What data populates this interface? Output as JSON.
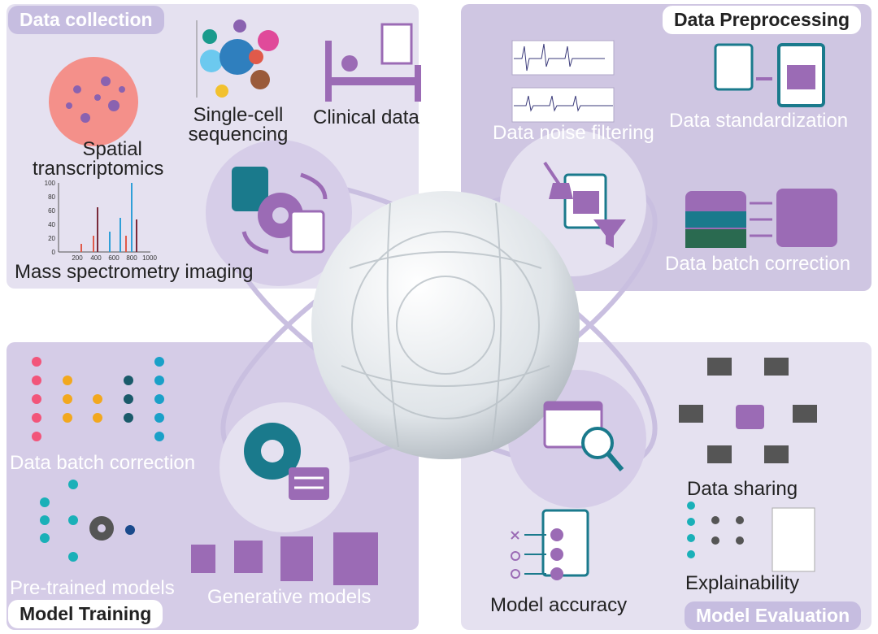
{
  "sections": {
    "data_collection": {
      "title": "Data collection",
      "items": [
        "Spatial transcriptomics",
        "Single-cell sequencing",
        "Clinical data",
        "Mass spectrometry imaging"
      ],
      "spatial_lines": [
        "Spatial",
        "transcriptomics"
      ],
      "singlecell_lines": [
        "Single-cell",
        "sequencing"
      ],
      "ms_axis": {
        "y_ticks": [
          "0",
          "20",
          "40",
          "60",
          "80",
          "100"
        ],
        "x_ticks": [
          "200",
          "400",
          "600",
          "800",
          "1000"
        ]
      }
    },
    "data_preprocessing": {
      "title": "Data Preprocessing",
      "items": [
        "Data noise filtering",
        "Data standardization",
        "Data batch correction"
      ]
    },
    "model_training": {
      "title": "Model Training",
      "items": [
        "Data batch correction",
        "Pre-trained models",
        "Generative models"
      ]
    },
    "model_evaluation": {
      "title": "Model Evaluation",
      "items": [
        "Data sharing",
        "Explainability",
        "Model accuracy"
      ]
    }
  },
  "colors": {
    "panel_light": "#e5e1f0",
    "panel_dark": "#cfc6e2",
    "tag": "#c6bde0",
    "purple": "#9b6bb5",
    "teal": "#1a7a8c"
  }
}
